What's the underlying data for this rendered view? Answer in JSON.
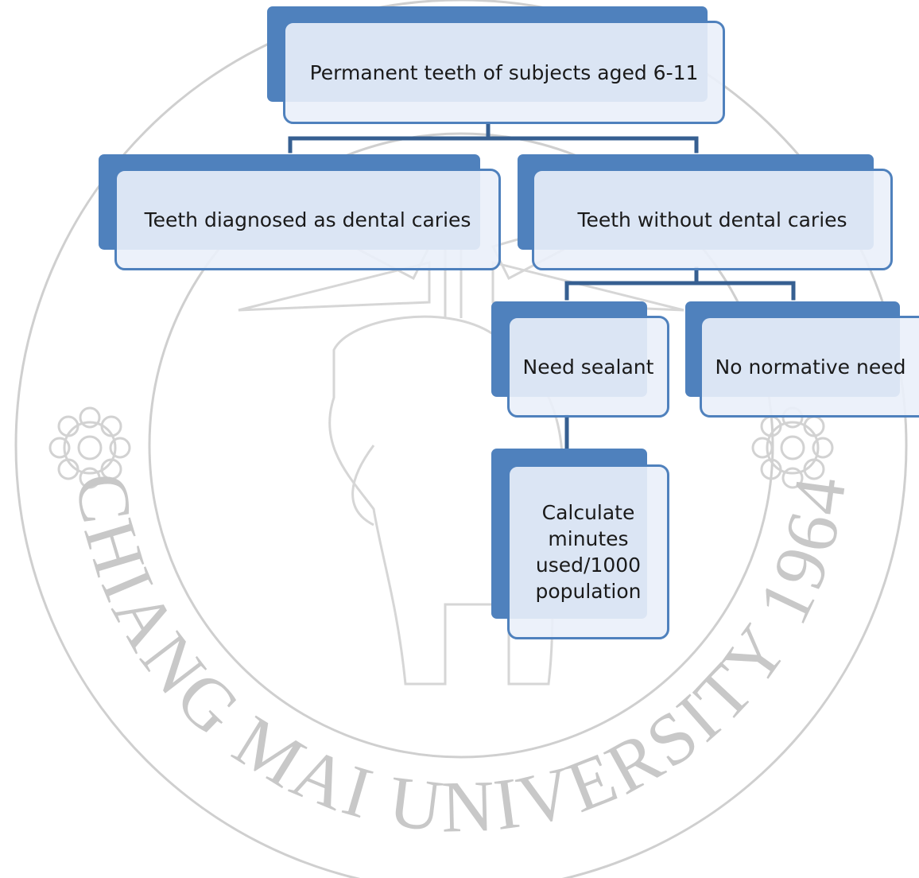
{
  "watermark": {
    "text": "CHIANG MAI UNIVERSITY 1964",
    "color": "#c9c9c9"
  },
  "colors": {
    "accent": "#4f81bd",
    "connector": "#365f91",
    "box_fill": "#eaf0fa",
    "text": "#1a1a1a"
  },
  "nodes": {
    "root": {
      "label": "Permanent teeth of subjects aged 6-11"
    },
    "caries": {
      "label": "Teeth diagnosed as dental caries"
    },
    "no_caries": {
      "label": "Teeth without dental caries"
    },
    "sealant": {
      "label": "Need sealant"
    },
    "no_need": {
      "label": "No normative need"
    },
    "calc": {
      "label": "Calculate minutes used/1000 population"
    }
  }
}
